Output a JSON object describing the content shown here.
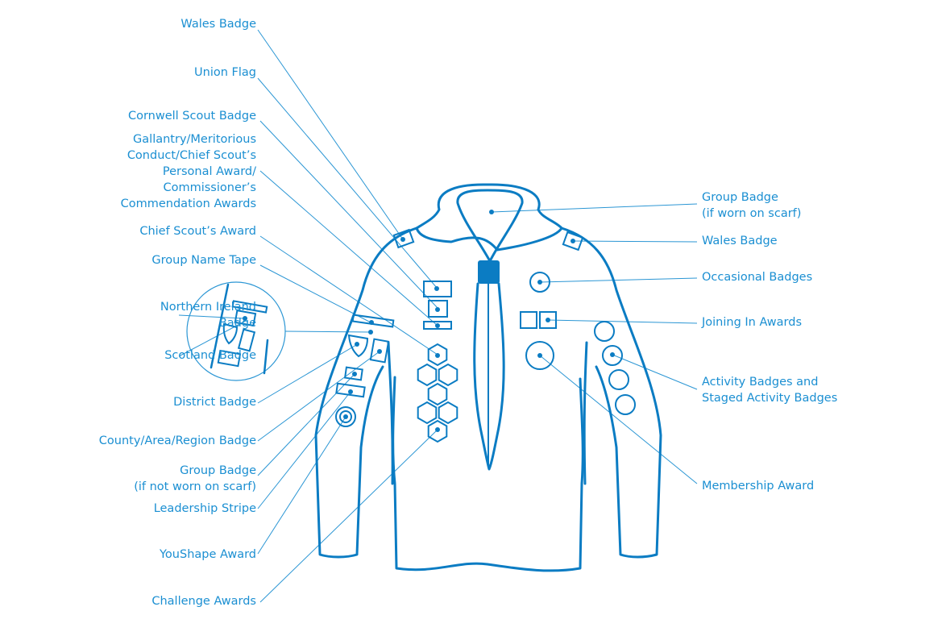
{
  "colors": {
    "stroke": "#0b7cc3",
    "text": "#1b8fd2"
  },
  "left_labels": [
    {
      "lines": [
        "Wales Badge"
      ]
    },
    {
      "lines": [
        "Union Flag"
      ]
    },
    {
      "lines": [
        "Cornwell Scout Badge"
      ]
    },
    {
      "lines": [
        "Gallantry/Meritorious",
        "Conduct/Chief Scout’s",
        "Personal Award/",
        "Commissioner’s",
        "Commendation Awards"
      ]
    },
    {
      "lines": [
        "Chief Scout’s Award"
      ]
    },
    {
      "lines": [
        "Group Name Tape"
      ]
    },
    {
      "lines": [
        "Northern Ireland",
        "Badge"
      ]
    },
    {
      "lines": [
        "Scotland Badge"
      ]
    },
    {
      "lines": [
        "District Badge"
      ]
    },
    {
      "lines": [
        "County/Area/Region Badge"
      ]
    },
    {
      "lines": [
        "Group Badge",
        "(if not worn on scarf)"
      ]
    },
    {
      "lines": [
        "Leadership Stripe"
      ]
    },
    {
      "lines": [
        "YouShape Award"
      ]
    },
    {
      "lines": [
        "Challenge Awards"
      ]
    }
  ],
  "right_labels": [
    {
      "lines": [
        "Group Badge",
        "(if worn on scarf)"
      ]
    },
    {
      "lines": [
        "Wales Badge"
      ]
    },
    {
      "lines": [
        "Occasional Badges"
      ]
    },
    {
      "lines": [
        "Joining In Awards"
      ]
    },
    {
      "lines": [
        "Activity Badges and",
        "Staged Activity Badges"
      ]
    },
    {
      "lines": [
        "Membership Award"
      ]
    }
  ]
}
